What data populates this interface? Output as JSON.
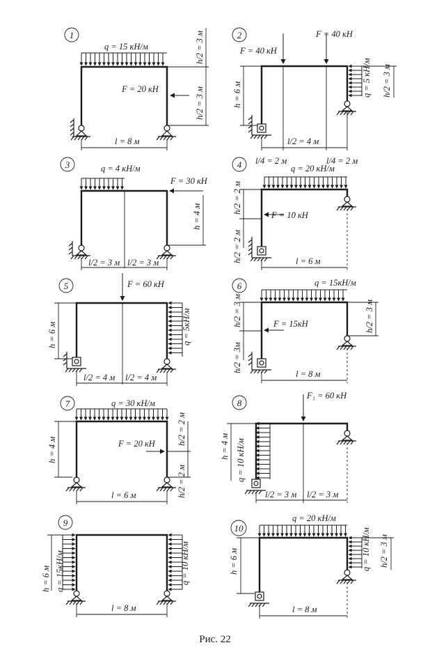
{
  "caption": "Рис. 22",
  "schemes": [
    {
      "number": "1",
      "labels": [
        "q = 15 кН/м",
        "F = 20 кН",
        "l = 8 м",
        "h/2 = 3 м",
        "h/2 = 3 м"
      ]
    },
    {
      "number": "2",
      "labels": [
        "F = 40 кН",
        "F = 40 кН",
        "h = 6 м",
        "q = 5 кН/м",
        "h/2 = 3 м",
        "l/4 = 2 м",
        "l/2 = 4 м",
        "l/4 = 2 м"
      ]
    },
    {
      "number": "3",
      "labels": [
        "q = 4 кН/м",
        "F = 30 кН",
        "h = 4 м",
        "l/2 = 3 м",
        "l/2 = 3 м"
      ]
    },
    {
      "number": "4",
      "labels": [
        "q = 20 кН/м",
        "h/2 = 2 м",
        "F = 10 кН",
        "h/2 = 2 м",
        "l = 6 м"
      ]
    },
    {
      "number": "5",
      "labels": [
        "F = 60 кН",
        "h = 6 м",
        "q = 5кН/м",
        "l/2 = 4 м",
        "l/2 = 4 м"
      ]
    },
    {
      "number": "6",
      "labels": [
        "q = 15кН/м",
        "h/2 = 3 м",
        "F = 15кН",
        "h/2 = 3м",
        "h/2 = 3 м",
        "l = 8 м"
      ]
    },
    {
      "number": "7",
      "labels": [
        "q = 30 кН/м",
        "h = 4 м",
        "F = 20 кН",
        "h/2 = 2 м",
        "h/2 = 2 м",
        "l = 6 м"
      ]
    },
    {
      "number": "8",
      "labels": [
        "F₁ = 60 кН",
        "h = 4 м",
        "q = 10 кН/м",
        "l/2 = 3 м",
        "l/2 = 3 м"
      ]
    },
    {
      "number": "9",
      "labels": [
        "h = 6 м",
        "q = 15кН/м",
        "q = 10 кН/м",
        "l = 8 м"
      ]
    },
    {
      "number": "10",
      "labels": [
        "q = 20 кН/м",
        "h = 6 м",
        "q = 10 кН/м",
        "h/2 = 3 м",
        "l = 8 м"
      ]
    }
  ]
}
